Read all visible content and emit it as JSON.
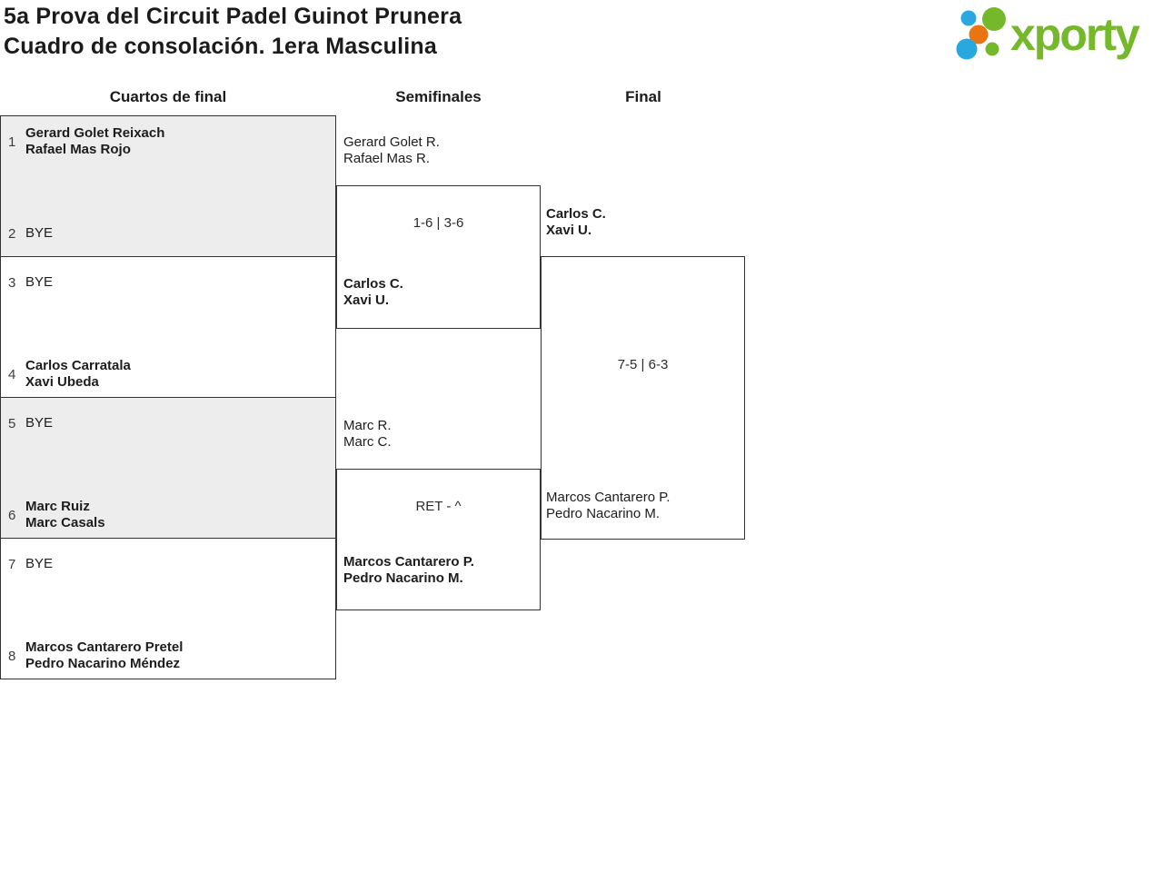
{
  "title": {
    "line1": "5a Prova del Circuit Padel Guinot Prunera",
    "line2": "Cuadro de consolación. 1era Masculina"
  },
  "logo": {
    "wordmark": "xporty",
    "green": "#76b82b",
    "blue": "#29a8e0",
    "orange": "#e87511"
  },
  "round_headers": {
    "qf": "Cuartos de final",
    "sf": "Semifinales",
    "final": "Final"
  },
  "colors": {
    "box_border": "#333333",
    "shaded_box_fill": "#ededed",
    "text": "#1d1d1d"
  },
  "bracket": {
    "qf": [
      {
        "seed1": "1",
        "team1": {
          "l1": "Gerard Golet Reixach",
          "l2": "Rafael Mas Rojo"
        },
        "seed2": "2",
        "team2": {
          "l1": "BYE"
        }
      },
      {
        "seed1": "3",
        "team1": {
          "l1": "BYE"
        },
        "seed2": "4",
        "team2": {
          "l1": "Carlos Carratala",
          "l2": "Xavi Ubeda"
        }
      },
      {
        "seed1": "5",
        "team1": {
          "l1": "BYE"
        },
        "seed2": "6",
        "team2": {
          "l1": "Marc Ruiz",
          "l2": "Marc Casals"
        }
      },
      {
        "seed1": "7",
        "team1": {
          "l1": "BYE"
        },
        "seed2": "8",
        "team2": {
          "l1": "Marcos Cantarero Pretel",
          "l2": "Pedro Nacarino Méndez"
        }
      }
    ],
    "sf": [
      {
        "team1": {
          "l1": "Gerard Golet R.",
          "l2": "Rafael Mas R."
        },
        "score": "1-6 | 3-6",
        "team2": {
          "l1": "Carlos C.",
          "l2": "Xavi U."
        }
      },
      {
        "team1": {
          "l1": "Marc R.",
          "l2": "Marc C."
        },
        "score": "RET - ^",
        "team2": {
          "l1": "Marcos Cantarero P.",
          "l2": "Pedro Nacarino M."
        }
      }
    ],
    "final": {
      "team1": {
        "l1": "Carlos C.",
        "l2": "Xavi U."
      },
      "score": "7-5 | 6-3",
      "team2": {
        "l1": "Marcos Cantarero P.",
        "l2": "Pedro Nacarino M."
      }
    }
  }
}
